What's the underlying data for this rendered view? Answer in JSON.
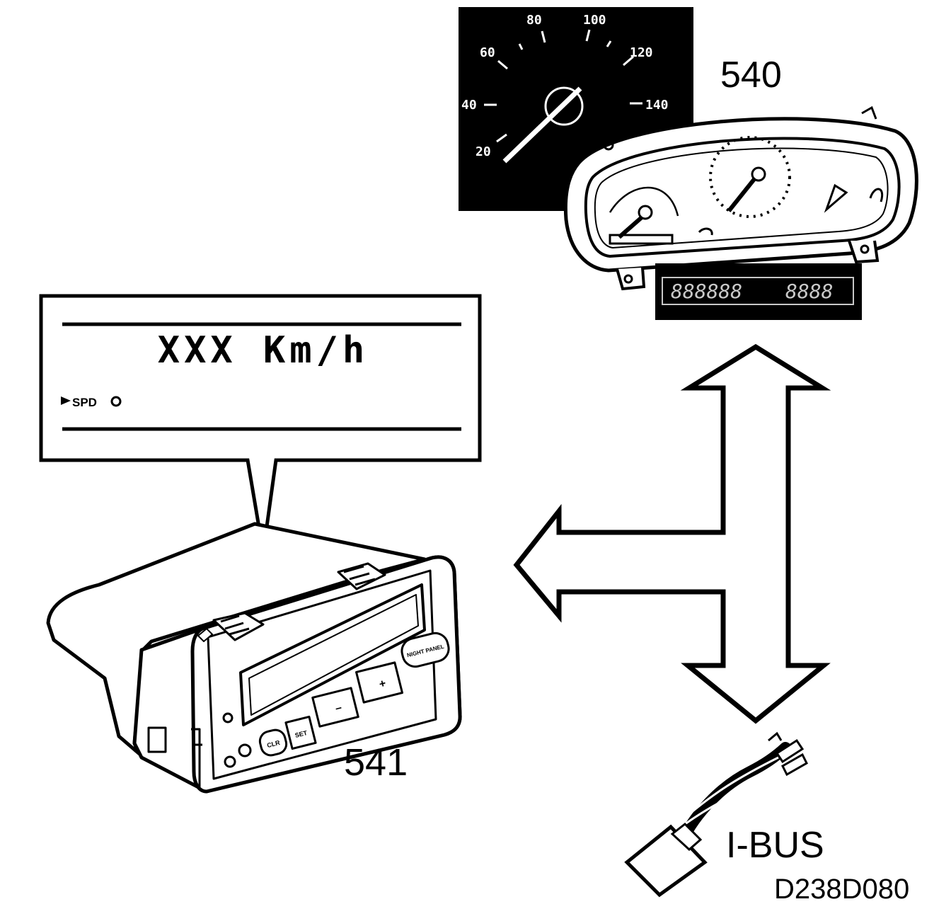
{
  "labels": {
    "instrument_cluster": "540",
    "sid_unit": "541",
    "bus": "I-BUS",
    "figure_code": "D238D080"
  },
  "speedometer": {
    "ticks": [
      "20",
      "40",
      "60",
      "80",
      "100",
      "120",
      "140"
    ]
  },
  "cluster_display": {
    "odometer": "888888",
    "trip": "8888"
  },
  "sid_callout": {
    "speed_text": "XXX Km/h",
    "mode_text": "SPD"
  },
  "sid_buttons": {
    "clear": "CLR",
    "set": "SET",
    "minus": "–",
    "plus": "+",
    "night_panel": "NIGHT PANEL"
  },
  "colors": {
    "ink": "#000000",
    "paper": "#ffffff",
    "segment": "#c8c8c8"
  }
}
